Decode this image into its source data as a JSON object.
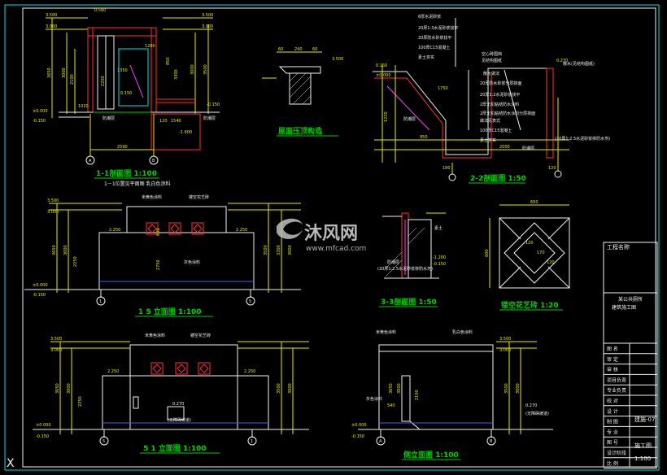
{
  "section_1_1": {
    "title": "1-1剖面图  1:100",
    "note": "1－1位置见平面图 乳白色涂料",
    "axis_a": "A",
    "axis_b": "B",
    "dim_span": "2590",
    "levels": [
      "3.500",
      "3.000",
      "±0.000",
      "-0.150",
      "-0.150",
      "-1.600"
    ],
    "dims": [
      "3650",
      "3000",
      "2100",
      "2200",
      "850",
      "3500",
      "3000",
      "3300",
      "1200",
      "120",
      "1540",
      "1350",
      "1020",
      "0.150",
      "0.560"
    ],
    "labels": [
      "防潮层",
      "防潮层"
    ]
  },
  "roof_detail": {
    "title": "屋面压顶构造",
    "dims": [
      "60",
      "240",
      "60",
      "3.500"
    ]
  },
  "section_2_2": {
    "title": "2-2剖面图  1:50",
    "layers": [
      "6厚水泥砂浆",
      "20厚1:3水泥砂浆找平",
      "20厚防水砂浆找平",
      "100厚C15混凝土",
      "素土夯实"
    ],
    "callouts": [
      "空心砖围挡",
      "见结构图纸",
      "散水做法",
      "20厚防水砂浆分层抹面",
      "20厚1:2水泥砂浆找平",
      "2厚无机粘结防水涂料",
      "2厚无机粘结防水涂料分层抹面",
      "做法见表式",
      "100厚C15混凝土",
      "素土夯实",
      "散水(见结构图纸)",
      "防潮层",
      "防潮层",
      "(20厚1:2.5水泥砂浆掺防水剂)"
    ],
    "dims": [
      "0.150",
      "±0.000",
      "0.270",
      "1220",
      "1750",
      "950",
      "2000",
      "180",
      "120"
    ]
  },
  "elevation_1_5": {
    "title": "1  5 立面图  1:100",
    "axis_left": "1",
    "axis_right": "5",
    "labels": [
      "米黄色涂料",
      "镂空花艺砖",
      "灰色涂料"
    ],
    "levels": [
      "3.500",
      "3.000",
      "2.250",
      "2.250",
      "±0.000",
      "-0.150"
    ],
    "dims": [
      "3650",
      "3000",
      "2250",
      "3500",
      "3300",
      "3000",
      "600",
      "2750"
    ]
  },
  "section_3_3": {
    "title": "3-3剖面图  1:50",
    "labels": [
      "素土",
      "防潮层",
      "(20厚1:2.5水泥砂浆掺防水剂)"
    ],
    "levels": [
      "-1.200",
      "-0.150"
    ]
  },
  "brick_detail": {
    "title": "镂空花艺砖  1:20",
    "dims": [
      "600",
      "600",
      "120",
      "170",
      "120"
    ]
  },
  "elevation_5_1": {
    "title": "5  1 立面图  1:100",
    "axis_left": "5",
    "axis_right": "1",
    "labels": [
      "米黄色涂料",
      "镂空花艺砖",
      "0.270",
      "(无障碍坡道)"
    ],
    "levels": [
      "3.500",
      "3.000",
      "2.250",
      "2.250",
      "±0.000",
      "-0.150"
    ],
    "dims": [
      "3650",
      "3000",
      "2250",
      "3500",
      "3000"
    ]
  },
  "side_elevation": {
    "title": "侧立面图  1:100",
    "axis_left": "A",
    "axis_right": "B",
    "labels": [
      "米黄色涂料",
      "乳白色涂料",
      "灰色涂料",
      "0.270",
      "(无障碍坡道)"
    ],
    "levels": [
      "3.500",
      "3.000",
      "±0.000",
      "-0.150"
    ],
    "dims": [
      "3650",
      "3000",
      "2100",
      "540",
      "3500",
      "3000"
    ]
  },
  "watermark": {
    "brand": "沐风网",
    "url": "www.mfcad.com"
  },
  "title_block": {
    "project": "工程名称",
    "sub1": "某公共厕所",
    "sub2": "建筑施工图",
    "rows": [
      "图 名",
      "审 定",
      "审 核",
      "项目负责",
      "专业负责",
      "校 对",
      "设 计",
      "制 图",
      "专 业",
      "图 号",
      "设计阶段",
      "比 例"
    ],
    "sheet_no": "建施-07",
    "stage": "施工图",
    "scale": "1:100"
  },
  "ucs_mark": "X",
  "colors": {
    "background": "#000000",
    "frame": "#00e0e0",
    "dimension": "#e8e800",
    "wall": "#ff3030",
    "title_text": "#00d000"
  }
}
